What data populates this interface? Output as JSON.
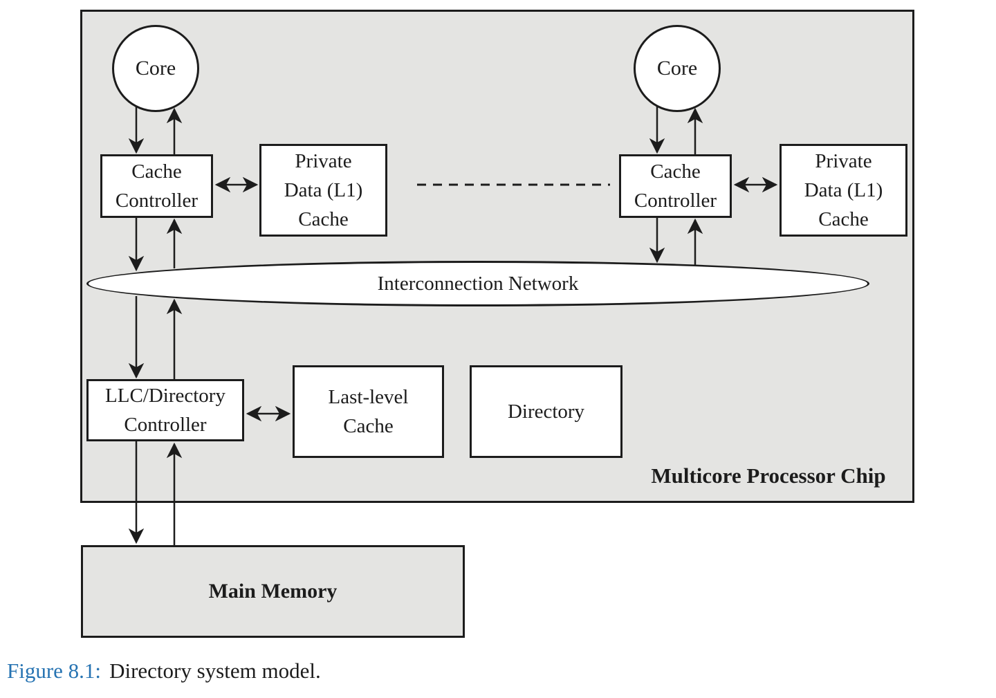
{
  "figure": {
    "caption_prefix": "Figure 8.1:",
    "caption_text": "Directory system model."
  },
  "chip": {
    "label": "Multicore Processor Chip"
  },
  "nodes": {
    "core_left": {
      "label": "Core"
    },
    "core_right": {
      "label": "Core"
    },
    "cache_controller_left": {
      "lines": [
        "Cache",
        "Controller"
      ]
    },
    "cache_controller_right": {
      "lines": [
        "Cache",
        "Controller"
      ]
    },
    "private_cache_left": {
      "lines": [
        "Private",
        "Data (L1)",
        "Cache"
      ]
    },
    "private_cache_right": {
      "lines": [
        "Private",
        "Data (L1)",
        "Cache"
      ]
    },
    "interconnect": {
      "label": "Interconnection Network"
    },
    "llc_directory_controller": {
      "lines": [
        "LLC/Directory",
        "Controller"
      ]
    },
    "last_level_cache": {
      "lines": [
        "Last-level",
        "Cache"
      ]
    },
    "directory": {
      "label": "Directory"
    },
    "main_memory": {
      "label": "Main Memory"
    }
  },
  "colors": {
    "chip_fill": "#e4e4e2",
    "node_fill": "#ffffff",
    "line": "#1c1c1c",
    "caption_accent": "#2673b2"
  }
}
